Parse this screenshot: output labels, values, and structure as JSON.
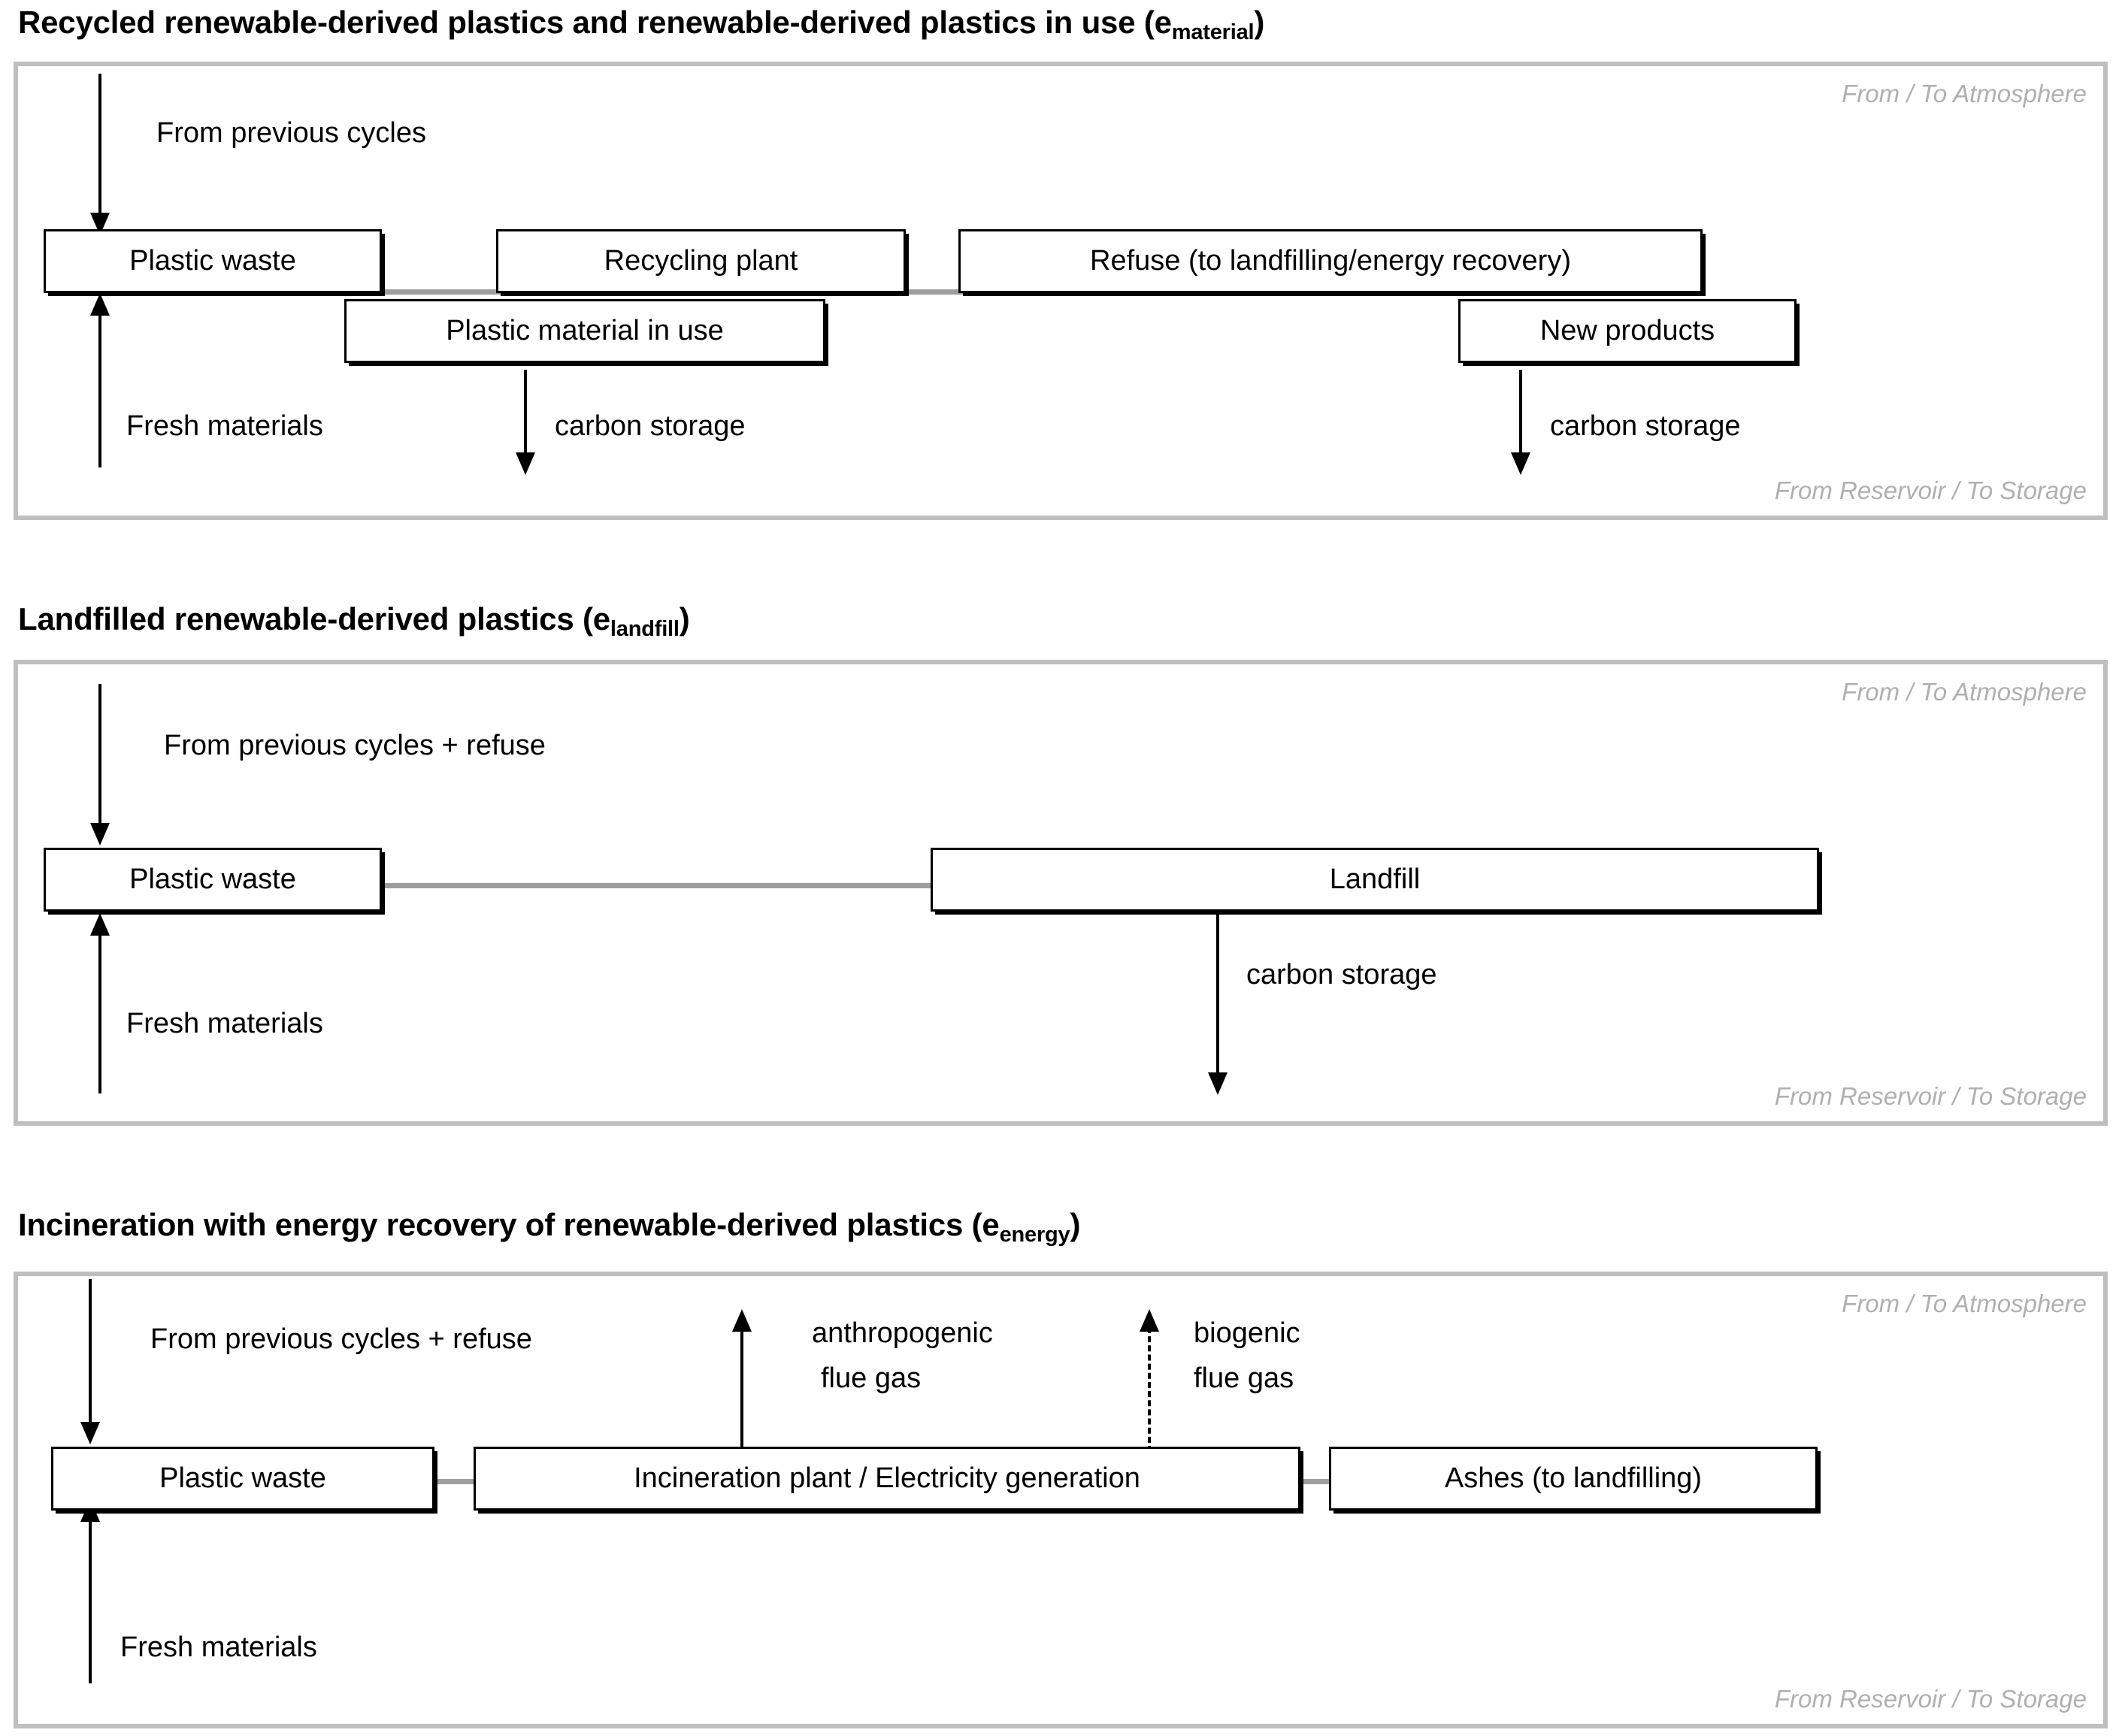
{
  "figure": {
    "type": "diagram",
    "subject": "Carbon-flow system boundaries for three end-of-life routes of renewable-derived plastics",
    "panel_corner_labels": {
      "atmosphere": "From / To Atmosphere",
      "reservoir": "From Reservoir / To Storage"
    }
  },
  "sections": [
    {
      "id": "material",
      "title_text": "Recycled renewable-derived plastics and renewable-derived plastics in use (e",
      "title_sub": "material",
      "title_close": ")",
      "boxes": [
        {
          "id": "plastic-waste",
          "label": "Plastic waste"
        },
        {
          "id": "recycling-plant",
          "label": "Recycling plant"
        },
        {
          "id": "refuse",
          "label": "Refuse (to landfilling/energy recovery)"
        },
        {
          "id": "plastic-material-in-use",
          "label": "Plastic material in use"
        },
        {
          "id": "new-products",
          "label": "New products"
        }
      ],
      "labels": [
        {
          "id": "from-previous-cycles",
          "text": "From previous cycles"
        },
        {
          "id": "fresh-materials",
          "text": "Fresh materials"
        },
        {
          "id": "carbon-storage-use",
          "text": "carbon  storage"
        },
        {
          "id": "carbon-storage-products",
          "text": "carbon storage"
        }
      ]
    },
    {
      "id": "landfill",
      "title_text": "Landfilled renewable-derived plastics (e",
      "title_sub": "landfill",
      "title_close": ")",
      "boxes": [
        {
          "id": "plastic-waste",
          "label": "Plastic waste"
        },
        {
          "id": "landfill",
          "label": "Landfill"
        }
      ],
      "labels": [
        {
          "id": "from-previous-cycles-refuse",
          "text": "From previous cycles + refuse"
        },
        {
          "id": "fresh-materials",
          "text": "Fresh materials"
        },
        {
          "id": "carbon-storage-landfill",
          "text": "carbon  storage"
        }
      ]
    },
    {
      "id": "energy",
      "title_text": "Incineration with energy recovery of renewable-derived plastics (e",
      "title_sub": "energy",
      "title_close": ")",
      "boxes": [
        {
          "id": "plastic-waste",
          "label": "Plastic waste"
        },
        {
          "id": "incineration-plant",
          "label": "Incineration plant / Electricity generation"
        },
        {
          "id": "ashes",
          "label": "Ashes (to landfilling)"
        }
      ],
      "labels": [
        {
          "id": "from-previous-cycles-refuse",
          "text": "From previous cycles + refuse"
        },
        {
          "id": "fresh-materials",
          "text": "Fresh materials"
        },
        {
          "id": "anthropogenic-flue-gas-line1",
          "text": "anthropogenic"
        },
        {
          "id": "anthropogenic-flue-gas-line2",
          "text": "flue gas"
        },
        {
          "id": "biogenic-flue-gas-line1",
          "text": "biogenic"
        },
        {
          "id": "biogenic-flue-gas-line2",
          "text": "flue gas"
        }
      ]
    }
  ],
  "colors": {
    "panel_border": "#bfbfbf",
    "corner_label": "#b0b0b0",
    "box_border": "#000000",
    "link": "#9e9e9e",
    "text": "#000000",
    "background": "#ffffff"
  }
}
